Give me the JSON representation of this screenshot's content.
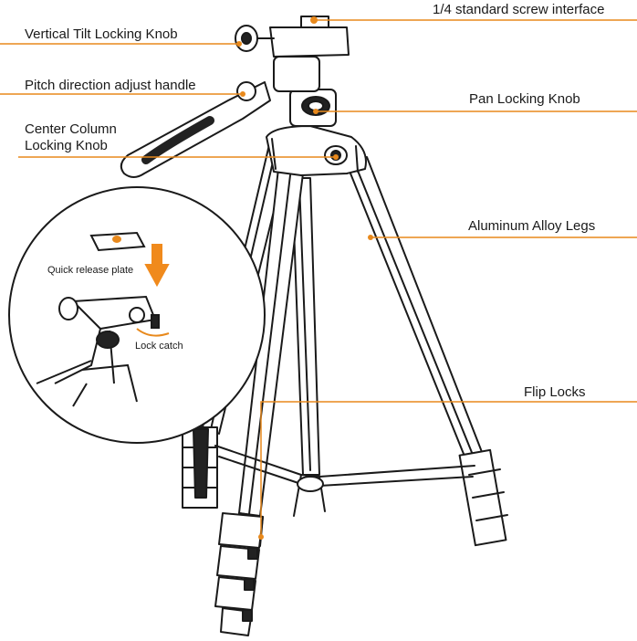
{
  "callouts": {
    "screw_interface": "1/4 standard screw interface",
    "vertical_tilt_knob": "Vertical Tilt Locking Knob",
    "pitch_handle": "Pitch direction adjust handle",
    "pan_knob": "Pan Locking Knob",
    "center_column_line1": "Center Column",
    "center_column_line2": "Locking Knob",
    "alloy_legs": "Aluminum Alloy Legs",
    "flip_locks": "Flip Locks"
  },
  "inset": {
    "quick_release": "Quick release plate",
    "lock_catch": "Lock catch"
  },
  "colors": {
    "leader_line": "#e8891c",
    "outline": "#1a1a1a",
    "arrow": "#f08a1c"
  }
}
